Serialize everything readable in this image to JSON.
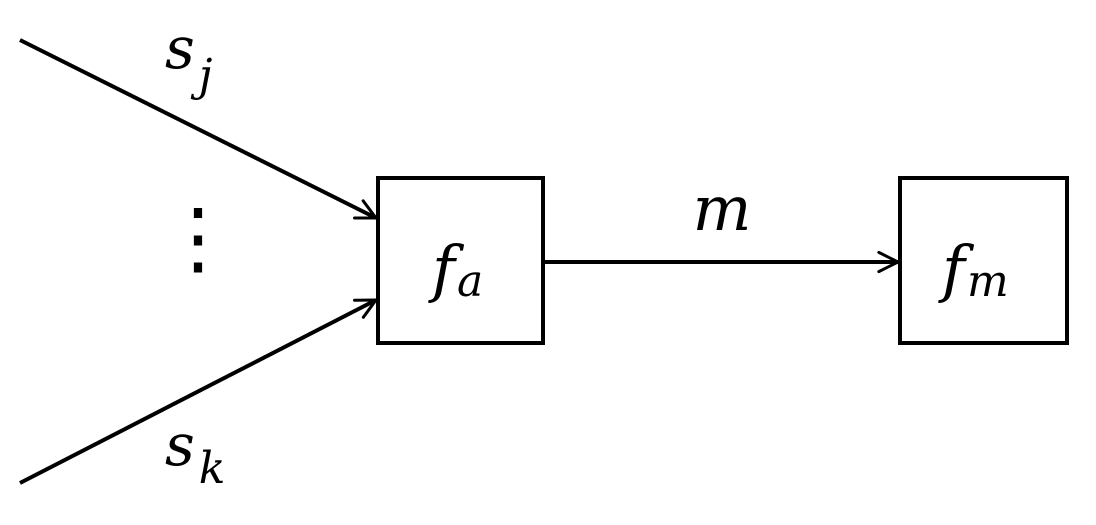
{
  "nodes": {
    "fa": {
      "base": "f",
      "sub": "a"
    },
    "fm": {
      "base": "f",
      "sub": "m"
    }
  },
  "edges": {
    "sj": {
      "base": "s",
      "sub": "j"
    },
    "sk": {
      "base": "s",
      "sub": "k"
    },
    "m": {
      "label": "m"
    }
  },
  "ellipsis": "⋮"
}
